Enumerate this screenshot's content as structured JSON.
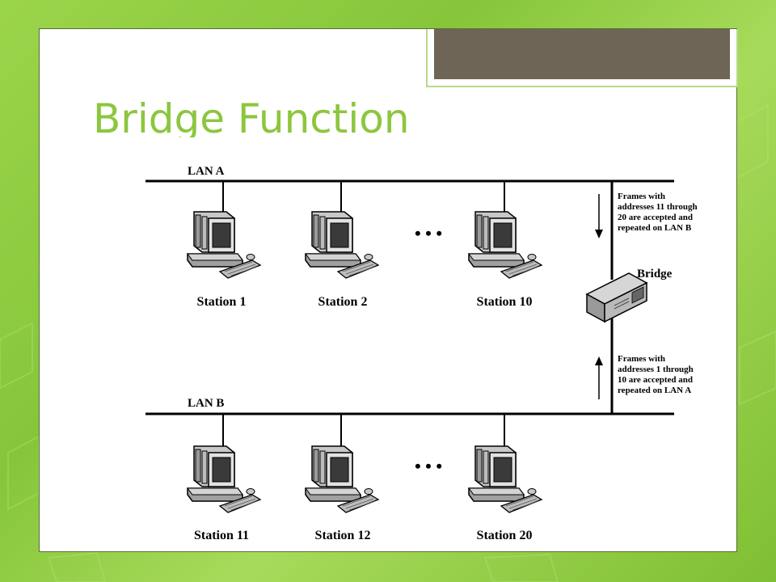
{
  "slide": {
    "title": "Bridge Function"
  },
  "diagram": {
    "lan_a_label": "LAN A",
    "lan_b_label": "LAN B",
    "bridge_label": "Bridge",
    "ellipsis": "• • •",
    "note_top": [
      "Frames with",
      "addresses 11 through",
      "20 are accepted and",
      "repeated on LAN B"
    ],
    "note_bottom": [
      "Frames with",
      "addresses 1 through",
      "10 are accepted and",
      "repeated on LAN A"
    ],
    "stations_a": [
      "Station 1",
      "Station 2",
      "Station 10"
    ],
    "stations_b": [
      "Station 11",
      "Station 12",
      "Station 20"
    ]
  }
}
